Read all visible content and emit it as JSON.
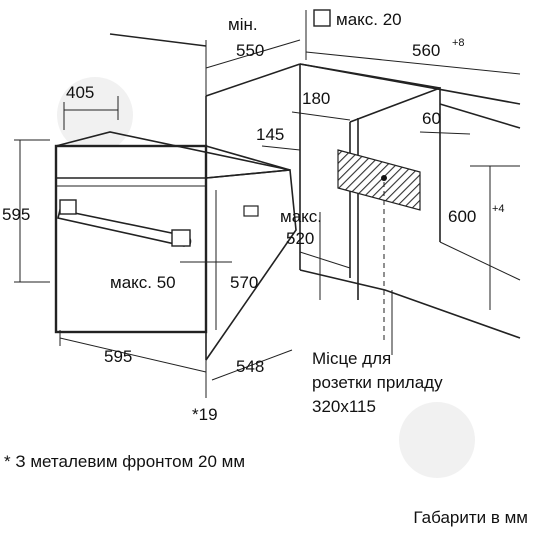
{
  "dimensions": {
    "niche_min_label": "мін.",
    "niche_min_width": "550",
    "niche_depth_label": "макс. 20",
    "niche_depth2": "560",
    "niche_depth2_tolerance": "+8",
    "niche_height": "600",
    "niche_height_tolerance": "+4",
    "cut_180": "180",
    "cut_60": "60",
    "cut_145": "145",
    "oven_top_width": "405",
    "oven_height": "595",
    "max_520_label": "макс.",
    "max_520_value": "520",
    "max_50": "макс. 50",
    "height_570": "570",
    "oven_width": "595",
    "oven_depth": "548",
    "front_thickness": "*19"
  },
  "socket_note": {
    "line1": "Місце для",
    "line2": "розетки приладу",
    "line3": "320x115"
  },
  "footnote": "* З металевим фронтом 20 мм",
  "units_note": "Габарити в мм"
}
